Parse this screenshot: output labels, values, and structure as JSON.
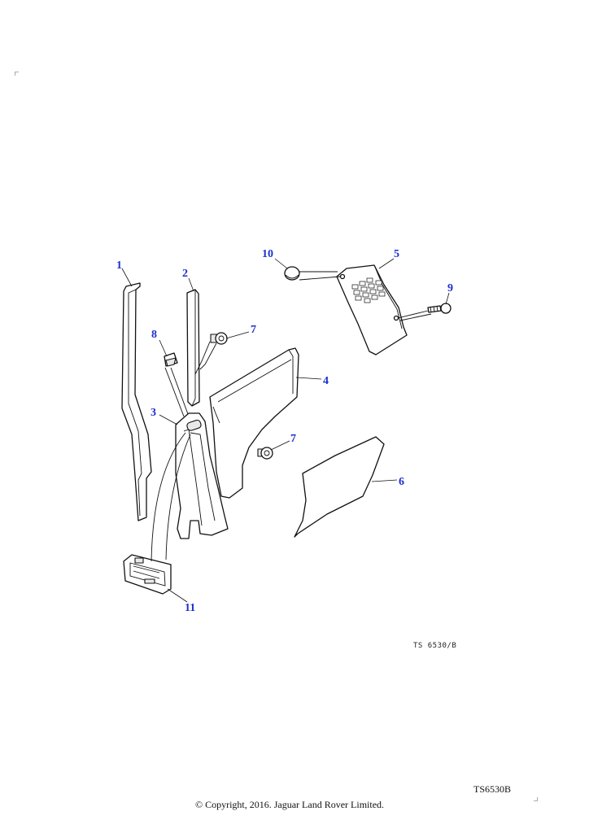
{
  "diagram": {
    "reference_code": "TS 6530/B",
    "callouts": {
      "c1": "1",
      "c2": "2",
      "c3": "3",
      "c4": "4",
      "c5": "5",
      "c6": "6",
      "c7a": "7",
      "c7b": "7",
      "c8": "8",
      "c9": "9",
      "c10": "10",
      "c11": "11"
    },
    "callout_color": "#1d2fd0"
  },
  "footer": {
    "sheet_code": "TS6530B",
    "copyright": "© Copyright, 2016. Jaguar Land Rover Limited."
  }
}
